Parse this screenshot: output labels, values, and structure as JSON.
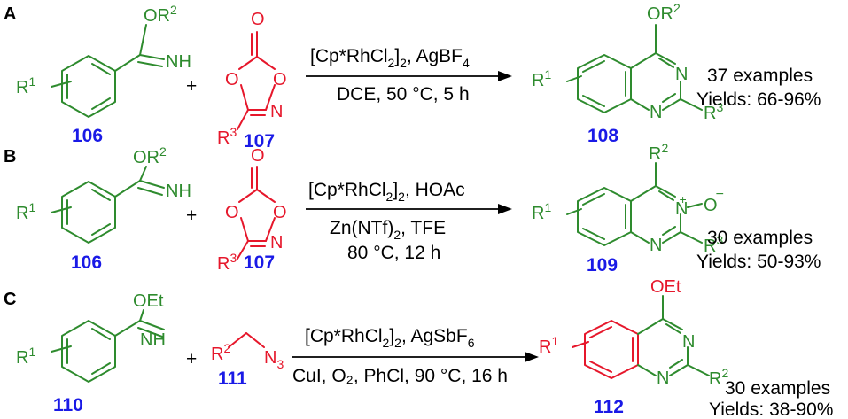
{
  "colors": {
    "green": "#2e8b2e",
    "red": "#e6172b",
    "blue": "#1a1ae6",
    "black": "#000000"
  },
  "panels": [
    {
      "label": "A",
      "reactant1": {
        "id": "106",
        "substituent": "R",
        "sub_sup": "1",
        "ester": "OR",
        "ester_sup": "2",
        "imine": "NH"
      },
      "plus": "+",
      "reactant2": {
        "id": "107",
        "group": "R",
        "group_sup": "3",
        "atoms": {
          "o_carbonyl": "O",
          "o_ring1": "O",
          "o_ring2": "O",
          "n_ring": "N"
        }
      },
      "reagent_top": {
        "p1": "[Cp*RhCl",
        "s1": "2",
        "p2": "]",
        "s2": "2",
        "p3": ", AgBF",
        "s3": "4"
      },
      "conditions": [
        "DCE, 50 °C, 5 h"
      ],
      "product": {
        "id": "108",
        "substituent": "R",
        "sub_sup": "1",
        "top": "OR",
        "top_sup": "2",
        "n1": "N",
        "n2": "N",
        "r2": "R",
        "r2_sup": "3"
      },
      "examples": "37 examples",
      "yields": "Yields: 66-96%"
    },
    {
      "label": "B",
      "reactant1": {
        "id": "106",
        "substituent": "R",
        "sub_sup": "1",
        "ester": "OR",
        "ester_sup": "2",
        "imine": "NH"
      },
      "plus": "+",
      "reactant2": {
        "id": "107",
        "group": "R",
        "group_sup": "3",
        "atoms": {
          "o_carbonyl": "O",
          "o_ring1": "O",
          "o_ring2": "O",
          "n_ring": "N"
        }
      },
      "reagent_top": {
        "p1": "[Cp*RhCl",
        "s1": "2",
        "p2": "]",
        "s2": "2",
        "p3": ", HOAc"
      },
      "conditions_line1": {
        "p1": "Zn(NTf)",
        "s1": "2",
        "p2": ", TFE"
      },
      "conditions_line2": "80 °C, 12 h",
      "product": {
        "id": "109",
        "substituent": "R",
        "sub_sup": "1",
        "top": "R",
        "top_sup": "2",
        "n1": "N",
        "n1_charge": "+",
        "oxide": "O",
        "oxide_charge": "−",
        "n2": "N",
        "r2": "R",
        "r2_sup": "3"
      },
      "examples": "30 examples",
      "yields": "Yields: 50-93%"
    },
    {
      "label": "C",
      "reactant1": {
        "id": "110",
        "substituent": "R",
        "sub_sup": "1",
        "ester": "OEt",
        "imine": "NH"
      },
      "plus": "+",
      "reactant2": {
        "id": "111",
        "group": "R",
        "group_sup": "2",
        "azide": "N",
        "azide_sub": "3"
      },
      "reagent_top": {
        "p1": "[Cp*RhCl",
        "s1": "2",
        "p2": "]",
        "s2": "2",
        "p3": ", AgSbF",
        "s3": "6"
      },
      "conditions": [
        "CuI, O₂, PhCl, 90 °C, 16 h"
      ],
      "product": {
        "id": "112",
        "substituent": "R",
        "sub_sup": "1",
        "top": "OEt",
        "n1": "N",
        "n2": "N",
        "r2": "R",
        "r2_sup": "2"
      },
      "examples": "30 examples",
      "yields": "Yields: 38-90%"
    }
  ]
}
